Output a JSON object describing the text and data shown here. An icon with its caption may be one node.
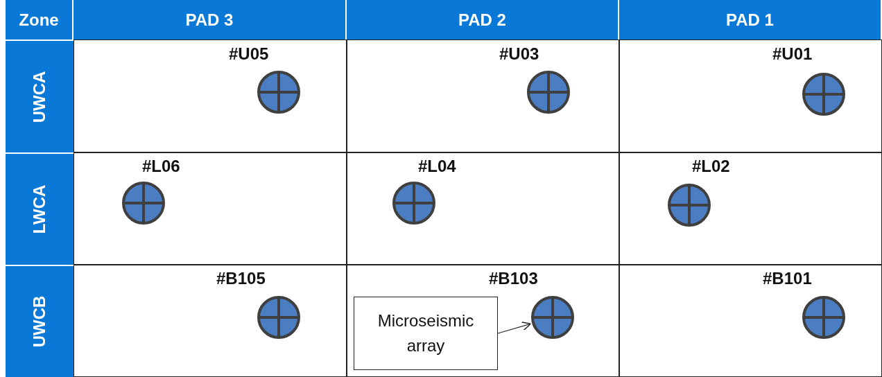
{
  "diagram": {
    "nodes": [
      {
        "text": [],
        "shape": "circle",
        "beside": [
          "#U05"
        ]
      },
      {
        "text": [],
        "shape": "circle",
        "beside": [
          "#U03"
        ]
      },
      {
        "text": [],
        "shape": "circle",
        "beside": [
          "#U01"
        ]
      },
      {
        "text": [],
        "shape": "circle",
        "beside": [
          "#L06"
        ]
      },
      {
        "text": [],
        "shape": "circle",
        "beside": [
          "#L04"
        ]
      },
      {
        "text": [],
        "shape": "circle",
        "beside": [
          "#L02"
        ]
      },
      {
        "text": [],
        "shape": "circle",
        "beside": [
          "#B105"
        ]
      },
      {
        "text": [],
        "shape": "circle",
        "beside": [
          "#B103"
        ]
      },
      {
        "text": [
          "Microseismic array"
        ]
      },
      {
        "text": [],
        "shape": "circle",
        "beside": [
          "#B101"
        ]
      }
    ],
    "edges": [
      {
        "from": 8,
        "to": 7,
        "arrow": "to"
      }
    ],
    "labels": [
      "Zone",
      "PAD 3",
      "PAD 2",
      "PAD 1",
      "UWCA",
      "LWCA",
      "UWCB"
    ]
  }
}
